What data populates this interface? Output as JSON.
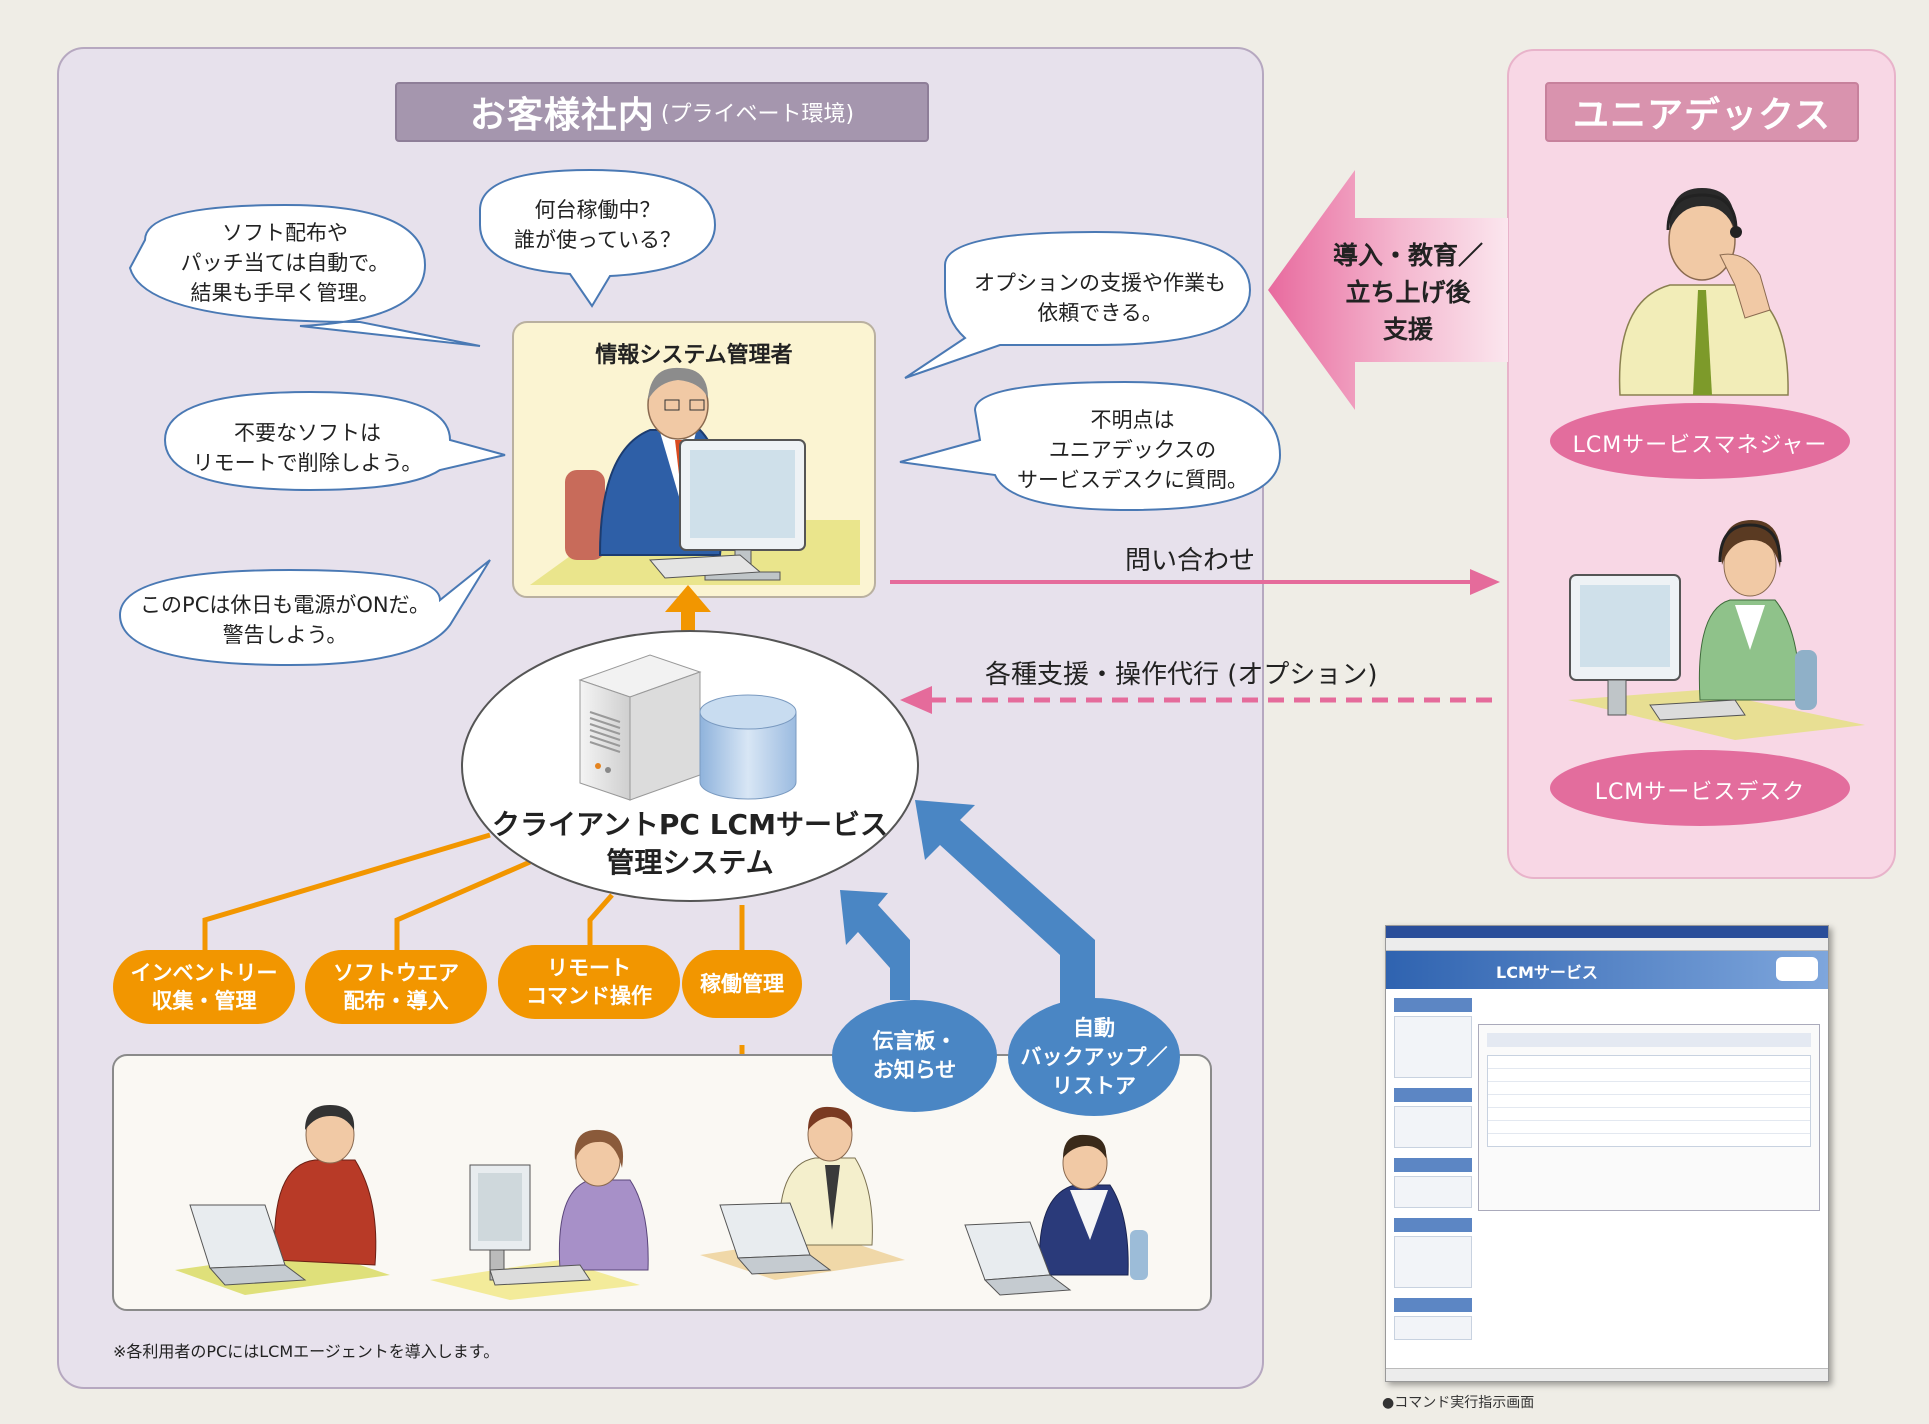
{
  "customer": {
    "title": "お客様社内",
    "subtitle": "(プライベート環境)"
  },
  "vendor": {
    "title": "ユニアデックス",
    "manager_label": "LCMサービスマネジャー",
    "desk_label": "LCMサービスデスク"
  },
  "admin": {
    "title": "情報システム管理者"
  },
  "bubbles": {
    "soft_dist": [
      "ソフト配布や",
      "パッチ当ては自動で。",
      "結果も手早く管理。"
    ],
    "howmany": [
      "何台稼働中？",
      "誰が使っている？"
    ],
    "unneeded": [
      "不要なソフトは",
      "リモートで削除しよう。"
    ],
    "holiday": [
      "このPCは休日も電源がONだ。",
      "警告しよう。"
    ],
    "option": [
      "オプションの支援や作業も",
      "依頼できる。"
    ],
    "question": [
      "不明点は",
      "ユニアデックスの",
      "サービスデスクに質問。"
    ]
  },
  "big_arrow": [
    "導入・教育／",
    "立ち上げ後",
    "支援"
  ],
  "arrows": {
    "inquiry": "問い合わせ",
    "support": "各種支援・操作代行 (オプション)"
  },
  "system": [
    "クライアントPC LCMサービス",
    "管理システム"
  ],
  "functions": {
    "inventory": [
      "インベントリー",
      "収集・管理"
    ],
    "software": [
      "ソフトウエア",
      "配布・導入"
    ],
    "remote": [
      "リモート",
      "コマンド操作"
    ],
    "operation": [
      "稼働管理"
    ],
    "board": [
      "伝言板・",
      "お知らせ"
    ],
    "backup": [
      "自動",
      "バックアップ／",
      "リストア"
    ]
  },
  "note": "※各利用者のPCにはLCMエージェントを導入します。",
  "screenshot": {
    "banner": "LCMサービス",
    "caption": "●コマンド実行指示画面"
  },
  "colors": {
    "customer_panel": "#e7e1ec",
    "customer_title": "#a596ae",
    "vendor_panel": "#f8d7e5",
    "vendor_title": "#d993ae",
    "pink_label": "#e36d9d",
    "orange": "#f29600",
    "blue": "#4a86c4",
    "pink_arrow": "#e56b9b"
  }
}
